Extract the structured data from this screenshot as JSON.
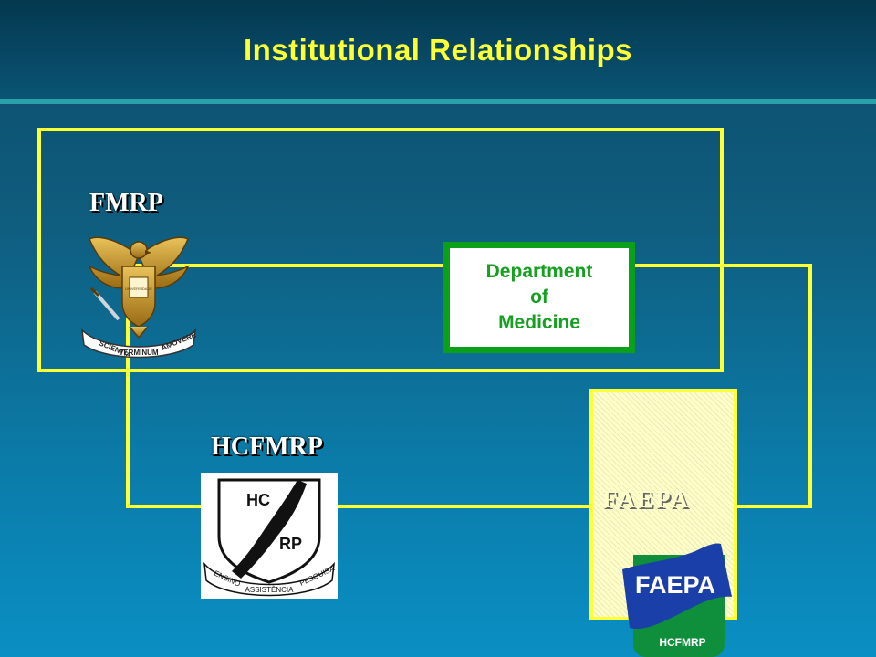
{
  "header": {
    "title": "Institutional Relationships"
  },
  "nodes": {
    "fmrp": {
      "label": "FMRP"
    },
    "hcfmrp": {
      "label": "HCFMRP"
    },
    "faepa": {
      "label": "FAEPA"
    },
    "department": {
      "line1": "Department",
      "line2": "of",
      "line3": "Medicine"
    }
  },
  "logos": {
    "fmrp_crest": {
      "banner_left": "SCIENTIA",
      "banner_center": "TERMINUM",
      "banner_right": "AMOVERE",
      "center": "UNIVERSIDADE"
    },
    "hc_logo": {
      "top": "HC",
      "bottom": "RP",
      "banner_left": "ENSINO",
      "banner_center": "ASSISTÊNCIA",
      "banner_right": "PESQUISA"
    },
    "faepa_logo": {
      "title": "FAEPA",
      "subtitle": "HCFMRP"
    }
  },
  "colors": {
    "accent": "#ffff33",
    "department_border": "#0aa01a",
    "department_text": "#15a020",
    "faepa_blue": "#1a3fa8",
    "faepa_green": "#0f8f3c"
  }
}
